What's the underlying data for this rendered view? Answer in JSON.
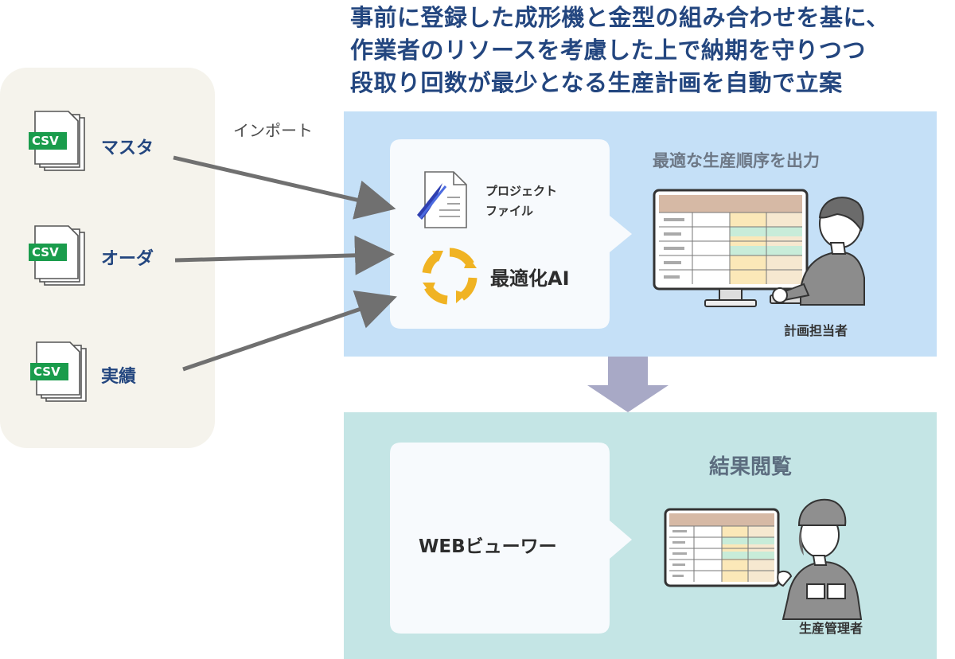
{
  "headline": {
    "lines": [
      "事前に登録した成形機と金型の組み合わせを基に、",
      "作業者のリソースを考慮した上で納期を守りつつ",
      "段取り回数が最少となる生産計画を自動で立案"
    ]
  },
  "sources": [
    {
      "badge": "CSV",
      "label": "マスタ"
    },
    {
      "badge": "CSV",
      "label": "オーダ"
    },
    {
      "badge": "CSV",
      "label": "実績"
    }
  ],
  "import_label": "インポート",
  "optimizer": {
    "project_file_label": [
      "プロジェクト",
      "ファイル"
    ],
    "ai_label": "最適化AI"
  },
  "output": {
    "title": "最適な生産順序を出力",
    "role": "計画担当者"
  },
  "viewer": {
    "title": "結果閲覧",
    "app_label": "WEBビューワー",
    "role": "生産管理者"
  },
  "colors": {
    "headline": "#23467f",
    "top_panel": "#c5e0f7",
    "bottom_panel": "#c4e5e5",
    "csv_badge": "#1a9c4c",
    "ai_ring": "#f0b323"
  }
}
